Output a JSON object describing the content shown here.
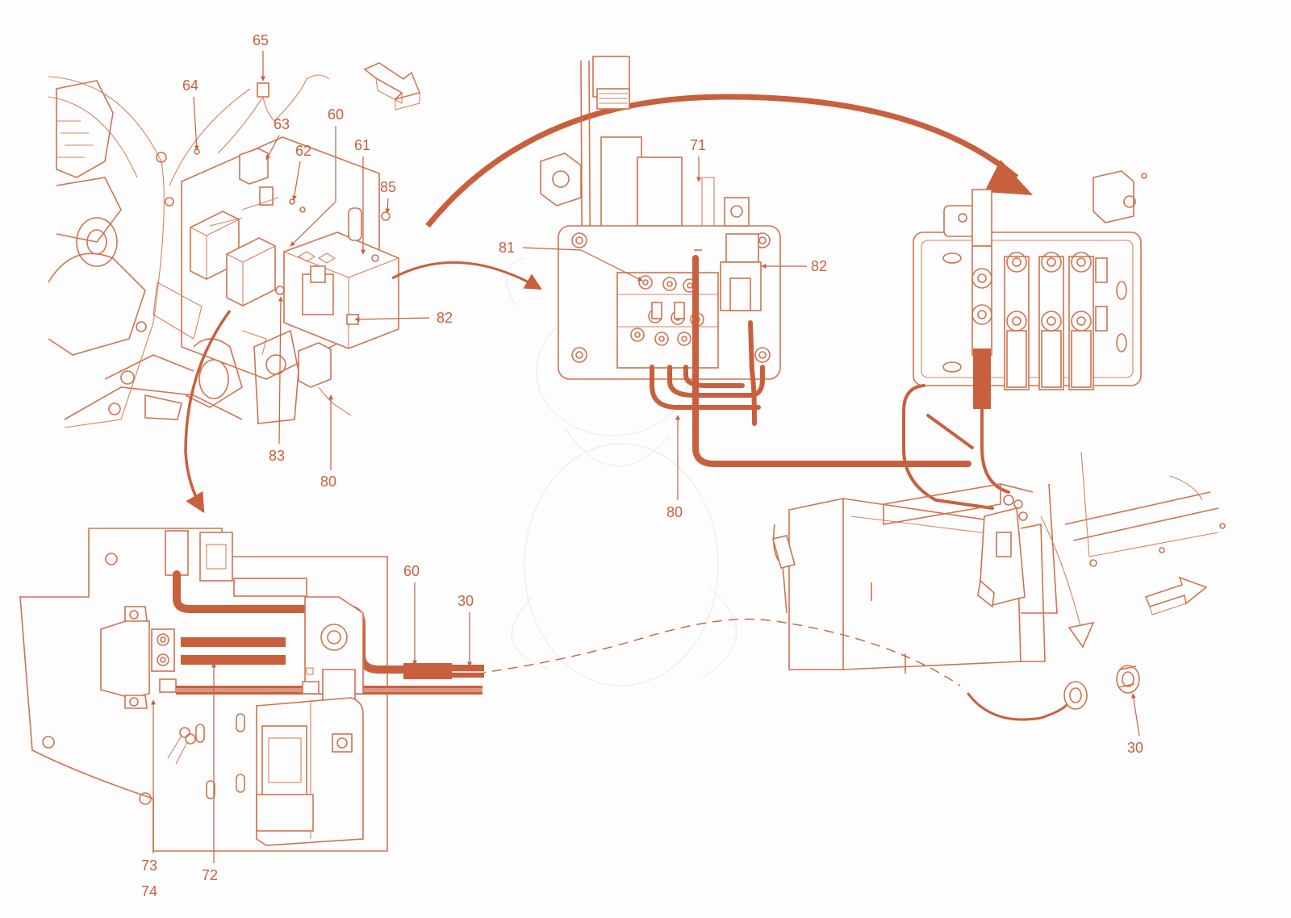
{
  "colors": {
    "accent": "#c8603e",
    "line": "#d0734f",
    "background": "#fdfdfd"
  },
  "callouts": {
    "c65": "65",
    "c64": "64",
    "c63": "63",
    "c62": "62",
    "c60_top": "60",
    "c61": "61",
    "c85": "85",
    "c82_left": "82",
    "c83": "83",
    "c80_left": "80",
    "c71": "71",
    "c81": "81",
    "c82_mid": "82",
    "c80_mid": "80",
    "c60_bottom": "60",
    "c30_bottom": "30",
    "c72": "72",
    "c73": "73",
    "c74": "74",
    "c30_right": "30"
  },
  "icons": {
    "direction_top": "hollow-arrow-icon",
    "direction_right": "hollow-arrow-icon",
    "flow_big": "curved-arrow-icon"
  }
}
